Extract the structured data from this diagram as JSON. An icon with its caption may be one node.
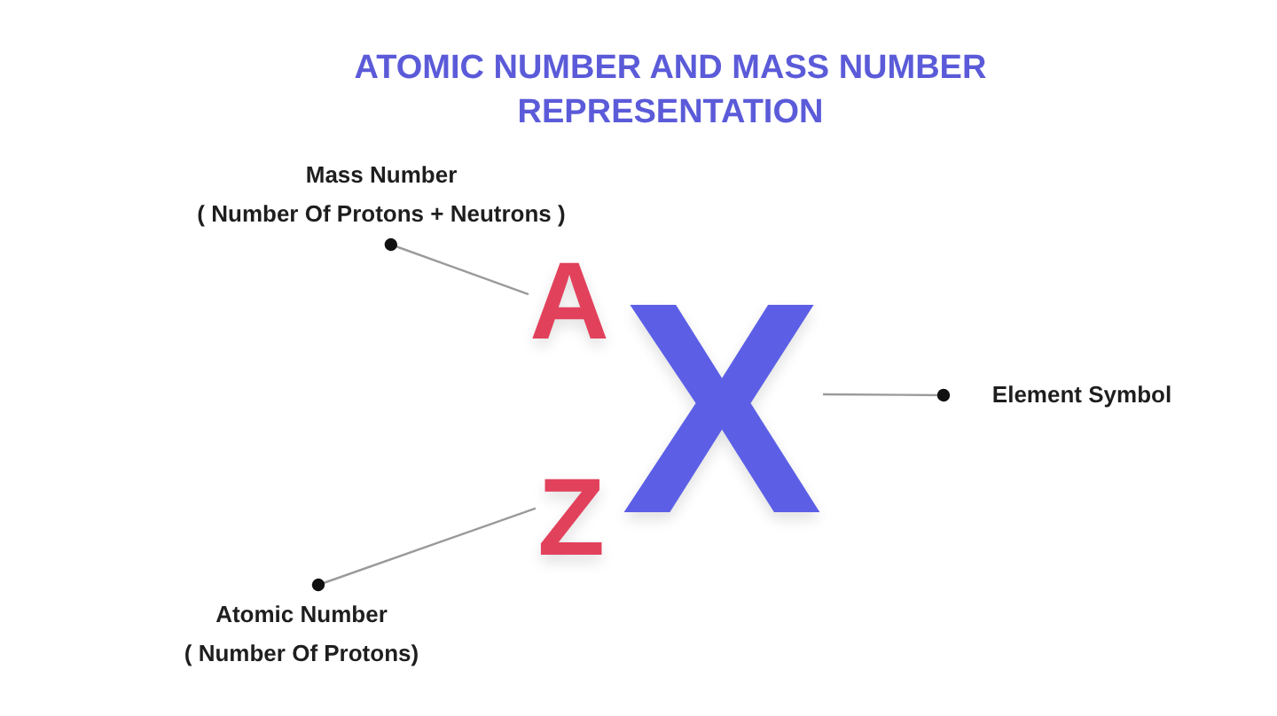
{
  "diagram": {
    "title": "ATOMIC NUMBER AND MASS NUMBER REPRESENTATION",
    "nodes": [
      {
        "text": [
          "Mass Number",
          "( Number Of Protons + Neutrons )"
        ]
      },
      {
        "text": [
          "A"
        ]
      },
      {
        "text": [
          "X"
        ]
      },
      {
        "text": [
          "Z"
        ]
      },
      {
        "text": [
          "Element Symbol"
        ]
      },
      {
        "text": [
          "Atomic Number",
          "( Number Of Protons)"
        ]
      }
    ],
    "edges": [
      {
        "from": 0,
        "to": 1,
        "arrow": "other"
      },
      {
        "from": 4,
        "to": 2,
        "arrow": "other"
      },
      {
        "from": 5,
        "to": 3,
        "arrow": "other"
      }
    ]
  }
}
